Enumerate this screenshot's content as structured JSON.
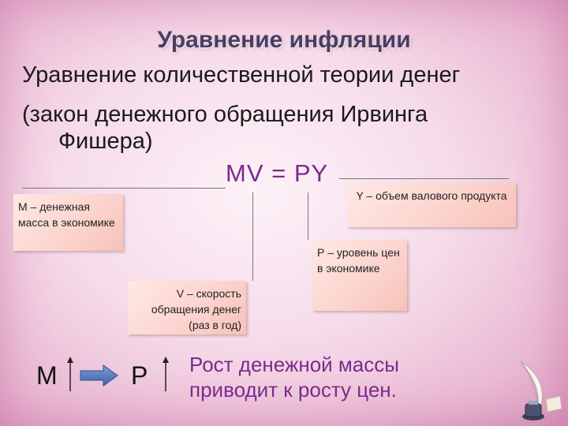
{
  "title": "Уравнение инфляции",
  "main": {
    "line1": "Уравнение количественной теории денег",
    "line2": "(закон денежного обращения  Ирвинга",
    "line3": "Фишера)"
  },
  "formula": "MV = PY",
  "boxes": {
    "m": "М – денежная масса в экономике",
    "y": "Y – объем валового продукта",
    "p": "Р – уровень цен в экономике",
    "v": "V – скорость обращения денег (раз в год)"
  },
  "bottom": {
    "m_letter": "М",
    "p_letter": "Р",
    "conclusion": "Рост денежной массы приводит к росту цен."
  },
  "colors": {
    "title": "#4a3d63",
    "accent": "#7b2a8e",
    "arrow": "#4f73b5"
  }
}
